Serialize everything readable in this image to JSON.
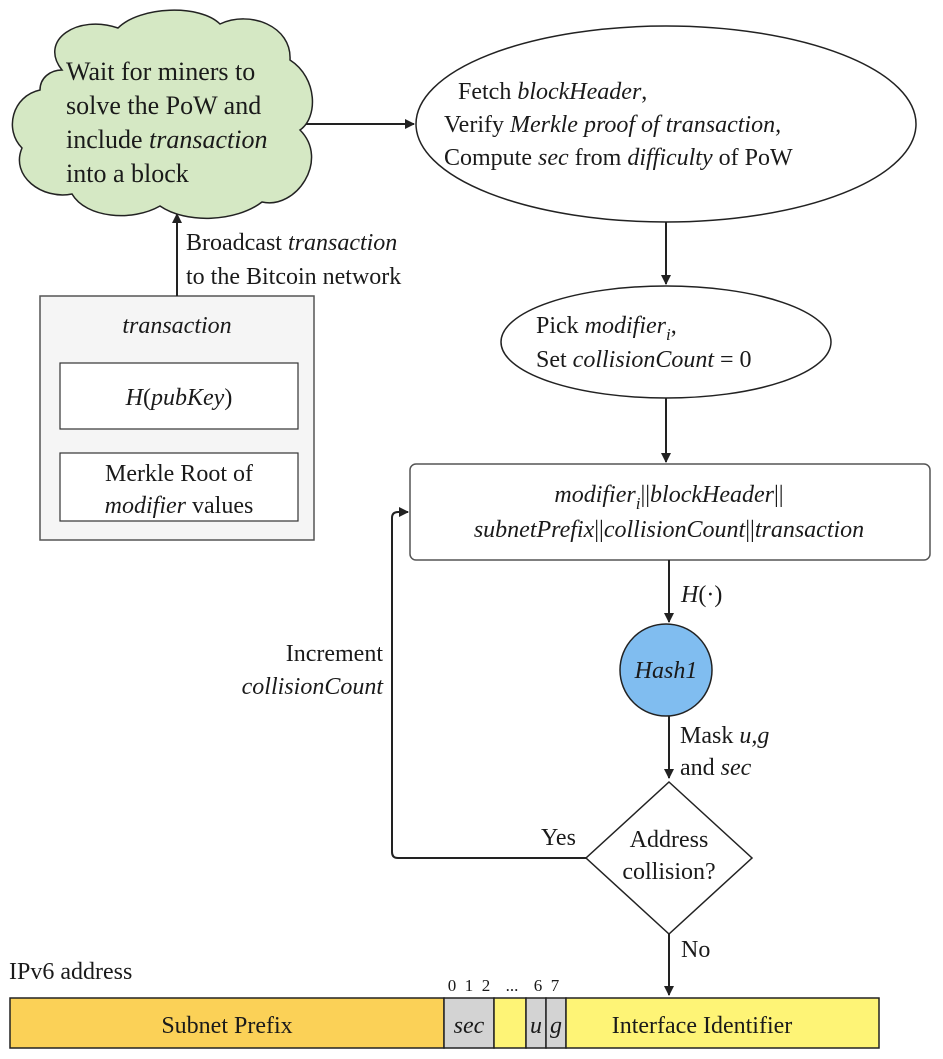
{
  "cloud": {
    "line1": "Wait for miners to",
    "line2": "solve the PoW and",
    "line3_a": "include ",
    "line3_b": "transaction",
    "line4": "into a block"
  },
  "fetch": {
    "line1_a": "Fetch ",
    "line1_b": "blockHeader",
    "line1_c": ",",
    "line2_a": "Verify ",
    "line2_b": "Merkle proof of transaction,",
    "line3_a": "Compute ",
    "line3_b": "sec",
    "line3_c": " from ",
    "line3_d": "difficulty",
    "line3_e": " of PoW"
  },
  "broadcast": {
    "line1_a": "Broadcast ",
    "line1_b": "transaction",
    "line2": "to the Bitcoin network"
  },
  "transaction_box": {
    "title": "transaction",
    "hash_a": "H",
    "hash_b": "(",
    "hash_c": "pubKey",
    "hash_d": ")",
    "merkle_line1": "Merkle Root of",
    "merkle_line2_a": "modifier",
    "merkle_line2_b": " values"
  },
  "pick": {
    "line1_a": "Pick ",
    "line1_b": "modifier",
    "line1_sub": "i",
    "line1_c": ",",
    "line2_a": "Set ",
    "line2_b": "collisionCount",
    "line2_c": " = 0"
  },
  "concat": {
    "line1_a": "modifier",
    "line1_sub": "i",
    "line1_b": "||",
    "line1_c": "blockHeader",
    "line1_d": "||",
    "line2_a": "subnetPrefix",
    "line2_b": "||",
    "line2_c": "collisionCount",
    "line2_d": "||",
    "line2_e": "transaction"
  },
  "hash_label": "H(·)",
  "hash_node": "Hash1",
  "mask": {
    "line1_a": "Mask ",
    "line1_b": "u,g",
    "line2_a": "and ",
    "line2_b": "sec"
  },
  "increment": {
    "line1": "Increment",
    "line2": "collisionCount"
  },
  "decision": {
    "line1": "Address",
    "line2": "collision?",
    "yes": "Yes",
    "no": "No"
  },
  "ipv6": {
    "title": "IPv6 address",
    "bits": [
      "0",
      "1",
      "2",
      "...",
      "6",
      "7"
    ],
    "subnet": "Subnet Prefix",
    "sec": "sec",
    "u": "u",
    "g": "g",
    "iid": "Interface Identifier"
  },
  "colors": {
    "cloud_fill": "#d5e8c4",
    "hash_fill": "#80bdf0",
    "subnet_fill": "#fbd157",
    "iid_fill": "#fef476",
    "gray_fill": "#d3d3d3",
    "tx_fill": "#f5f5f5"
  }
}
